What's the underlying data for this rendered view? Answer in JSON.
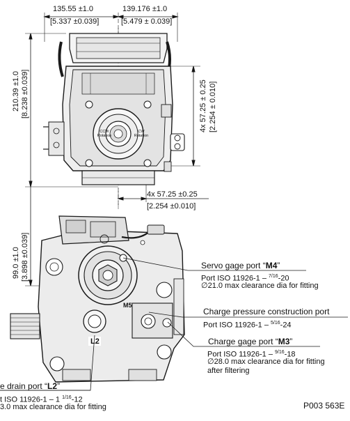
{
  "dimensions": {
    "top_left": {
      "mm": "135.55 ±1.0",
      "in": "[5.337 ±0.039]"
    },
    "top_right": {
      "mm": "139.176 ±1.0",
      "in": "[5.479 ± 0.039]"
    },
    "height_total": {
      "mm": "210.39 ±1.0",
      "in": "[8.238 ±0.039]"
    },
    "bolt_pattern_vertical": {
      "mm": "4x 57.25 ± 0.25",
      "in": "[2.254 ± 0.010]"
    },
    "bolt_pattern_horizontal": {
      "mm": "4x 57.25 ±0.25",
      "in": "[2.254 ±0.010]"
    },
    "height_lower": {
      "mm": "99.0 ±1.0",
      "in": "[3.898 ±0.039]"
    }
  },
  "rotation_labels": {
    "ccw": [
      "CCW",
      "Rotation"
    ],
    "cw": [
      "CW",
      "Rotation"
    ]
  },
  "port_markers": {
    "m5": "M5",
    "l2": "L2"
  },
  "callouts": {
    "servo_gage": {
      "title_prefix": "Servo gage port “",
      "title_code": "M4",
      "title_suffix": "”",
      "line1_a": "Port ISO 11926-1 – ",
      "line1_frac": "7/16",
      "line1_b": "-20",
      "line2": "∅21.0 max clearance dia for fitting"
    },
    "charge_pressure": {
      "title": "Charge pressure construction port",
      "line1_a": "Port ISO 11926-1 – ",
      "line1_frac": "5/16",
      "line1_b": "-24"
    },
    "charge_gage": {
      "title_prefix": "Charge gage port “",
      "title_code": "M3",
      "title_suffix": "”",
      "line1_a": "Port ISO 11926-1 – ",
      "line1_frac": "9/16",
      "line1_b": "-18",
      "line2": "∅28.0 max clearance dia for fitting",
      "line3": "after filtering"
    },
    "case_drain": {
      "title_prefix": "e drain port “",
      "title_code": "L2",
      "title_suffix": "”",
      "line1_a": "t ISO 11926-1 –  1 ",
      "line1_frac": "1/16",
      "line1_b": "-12",
      "line2": "3.0 max clearance dia for fitting"
    }
  },
  "drawing_code": "P003 563E"
}
